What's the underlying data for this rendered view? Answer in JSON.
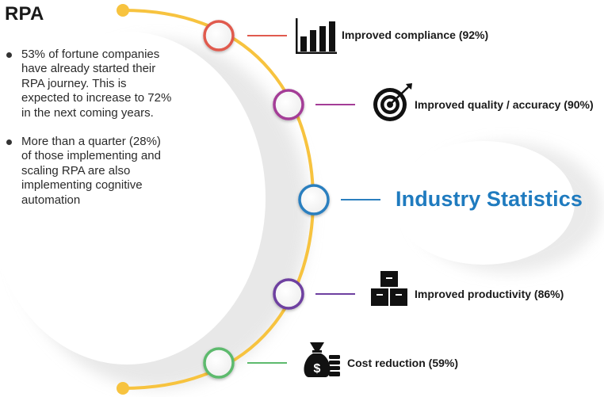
{
  "title": "RPA",
  "bullets": [
    "53% of fortune companies have already started their RPA journey. This is expected to increase to 72% in the next coming years.",
    "More than a quarter (28%) of those implementing and scaling RPA are also implementing cognitive automation"
  ],
  "center_label": "Industry Statistics",
  "stats": [
    {
      "label": "Improved compliance (92%)",
      "icon": "bar-chart-icon",
      "color": "#e05a4e"
    },
    {
      "label": "Improved quality / accuracy (90%)",
      "icon": "target-icon",
      "color": "#a43d97"
    },
    {
      "label": "Industry Statistics",
      "icon": "none",
      "color": "#2b7fbf"
    },
    {
      "label": "Improved productivity (86%)",
      "icon": "boxes-icon",
      "color": "#6e3fa0"
    },
    {
      "label": "Cost reduction (59%)",
      "icon": "money-bag-icon",
      "color": "#5dba6d"
    }
  ],
  "colors": {
    "arc": "#f7c33f",
    "heading": "#1a1a1a",
    "accent_blue": "#1f7bbf"
  }
}
